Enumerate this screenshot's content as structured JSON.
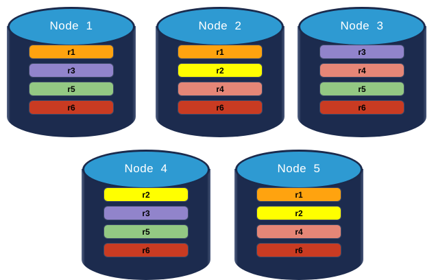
{
  "diagram": {
    "nodes": [
      {
        "id": "node-1",
        "label": "Node  1",
        "replicas": [
          "r1",
          "r3",
          "r5",
          "r6"
        ]
      },
      {
        "id": "node-2",
        "label": "Node  2",
        "replicas": [
          "r1",
          "r2",
          "r4",
          "r6"
        ]
      },
      {
        "id": "node-3",
        "label": "Node  3",
        "replicas": [
          "r3",
          "r4",
          "r5",
          "r6"
        ]
      },
      {
        "id": "node-4",
        "label": "Node  4",
        "replicas": [
          "r2",
          "r3",
          "r5",
          "r6"
        ]
      },
      {
        "id": "node-5",
        "label": "Node  5",
        "replicas": [
          "r1",
          "r2",
          "r4",
          "r6"
        ]
      }
    ],
    "replica_colors": {
      "r1": "#FFA30F",
      "r2": "#FFFF00",
      "r3": "#9184CB",
      "r4": "#E58677",
      "r5": "#93C883",
      "r6": "#C93B22"
    },
    "colors": {
      "cylinder_body": "#1C2B4E",
      "cylinder_top": "#2E9AD2",
      "cylinder_outline": "#1B2A4C",
      "node_title_text": "#FFFFFF",
      "replica_label_text": "#000000",
      "background": "#FFFFFF"
    }
  }
}
